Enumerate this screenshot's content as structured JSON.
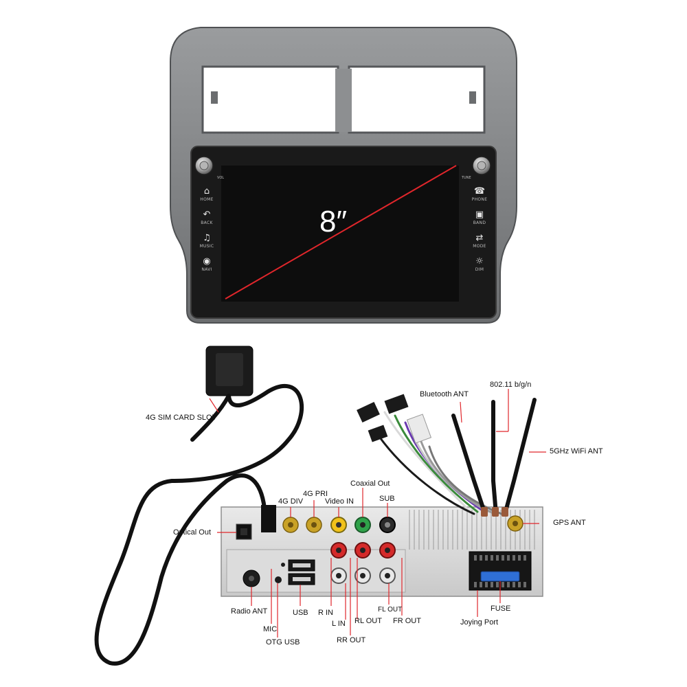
{
  "screen": {
    "size_label": "8″"
  },
  "bezel_left": [
    {
      "id": "home",
      "icon": "home-icon",
      "glyph": "⌂",
      "label": "HOME"
    },
    {
      "id": "back",
      "icon": "back-icon",
      "glyph": "↶",
      "label": "BACK"
    },
    {
      "id": "music",
      "icon": "music-icon",
      "glyph": "♫",
      "label": "MUSIC"
    },
    {
      "id": "navi",
      "icon": "navi-pin-icon",
      "glyph": "◉",
      "label": "NAVI"
    }
  ],
  "bezel_right": [
    {
      "id": "phone",
      "icon": "phone-icon",
      "glyph": "☎",
      "label": "PHONE"
    },
    {
      "id": "band",
      "icon": "band-icon",
      "glyph": "▣",
      "label": "BAND"
    },
    {
      "id": "mode",
      "icon": "mode-icon",
      "glyph": "⇄",
      "label": "MODE"
    },
    {
      "id": "dim",
      "icon": "dim-icon",
      "glyph": "☼",
      "label": "DIM"
    }
  ],
  "knobs": {
    "left_label": "VOL",
    "right_label": "TUNE"
  },
  "callouts": {
    "sim_slot": "4G SIM CARD SLOT",
    "bluetooth_ant": "Bluetooth ANT",
    "wifi_24": "802.11 b/g/n",
    "wifi_5": "5GHz WiFi ANT",
    "gps_ant": "GPS ANT",
    "coaxial_out": "Coaxial Out",
    "g4_div": "4G DIV",
    "g4_pri": "4G PRI",
    "video_in": "Video IN",
    "sub": "SUB",
    "optical_out": "Optical Out",
    "radio_ant": "Radio ANT",
    "mic": "MIC",
    "otg_usb": "OTG USB",
    "usb": "USB",
    "r_in": "R IN",
    "l_in": "L IN",
    "rl_out": "RL OUT",
    "rr_out": "RR OUT",
    "fl_out": "FL OUT",
    "fr_out": "FR OUT",
    "joying_port": "Joying Port",
    "fuse": "FUSE"
  },
  "colors": {
    "bezel": "#8a8c8e",
    "bezel_dark": "#5d5f61",
    "screen": "#111111",
    "diagonal": "#e0262b",
    "rca_red": "#d42a2a",
    "rca_white": "#e8e8e8",
    "rca_yellow": "#f1c21b",
    "rca_green": "#2fa24a",
    "gold": "#c9a227",
    "fuse": "#2f6fd6"
  }
}
